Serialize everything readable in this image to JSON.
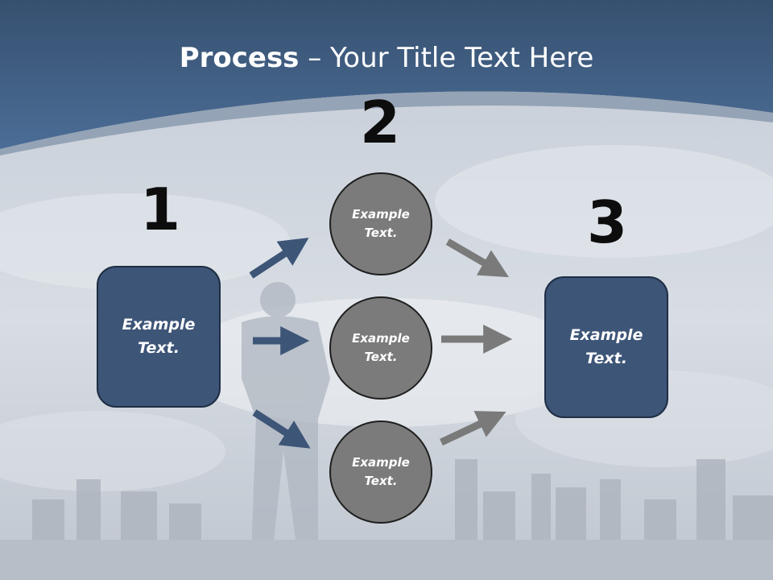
{
  "title": {
    "bold": "Process",
    "rest": " – Your Title Text Here"
  },
  "steps": {
    "one": "1",
    "two": "2",
    "three": "3"
  },
  "left_box": "Example Text.",
  "right_box": "Example Text.",
  "circles": [
    "Example Text.",
    "Example Text.",
    "Example Text."
  ],
  "colors": {
    "banner": "#3f5f86",
    "box": "#3d5577",
    "circle": "#7b7b7b",
    "arrow_blue": "#3d5577",
    "arrow_gray": "#7a7a7a"
  }
}
